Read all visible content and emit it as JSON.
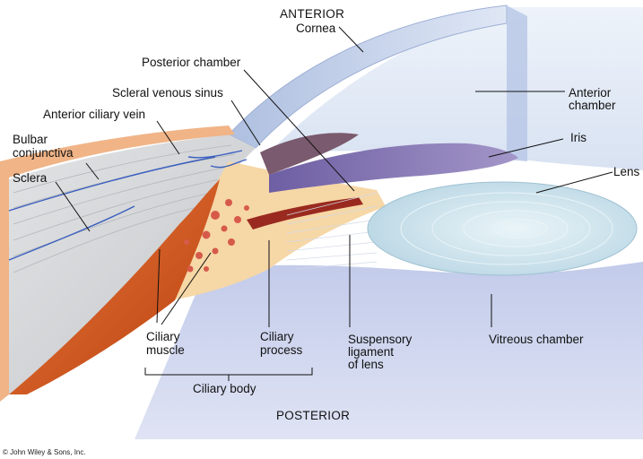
{
  "labels": {
    "anterior": "ANTERIOR",
    "cornea": "Cornea",
    "posterior_chamber": "Posterior chamber",
    "scleral_venous_sinus": "Scleral venous sinus",
    "anterior_ciliary_vein": "Anterior ciliary vein",
    "bulbar_conjunctiva_1": "Bulbar",
    "bulbar_conjunctiva_2": "conjunctiva",
    "sclera": "Sclera",
    "anterior_chamber_1": "Anterior",
    "anterior_chamber_2": "chamber",
    "iris": "Iris",
    "lens": "Lens",
    "ciliary_muscle_1": "Ciliary",
    "ciliary_muscle_2": "muscle",
    "ciliary_process_1": "Ciliary",
    "ciliary_process_2": "process",
    "suspensory_1": "Suspensory",
    "suspensory_2": "ligament",
    "suspensory_3": "of lens",
    "vitreous_chamber": "Vitreous chamber",
    "ciliary_body": "Ciliary body",
    "posterior": "POSTERIOR"
  },
  "copyright": "© John Wiley & Sons, Inc.",
  "colors": {
    "cornea": "#c9d6ec",
    "anterior_chamber": "#e2e9f5",
    "vitreous": "#cbd3ec",
    "lens": "#cfe4ee",
    "sclera": "#d2d4d6",
    "ciliary_tissue": "#f6d7a6",
    "muscle": "#d2551e",
    "iris": "#8c7cb6",
    "vein": "#3a5fbf",
    "conjunctiva": "#f0b487"
  }
}
